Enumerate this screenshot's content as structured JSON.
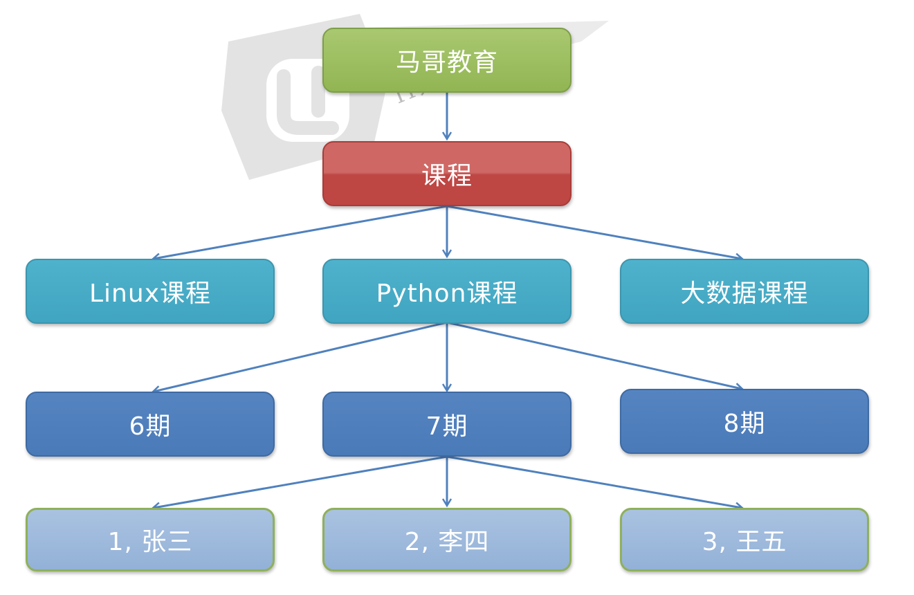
{
  "nodes": {
    "root": "马哥教育",
    "course": "课程",
    "tracks": [
      "Linux课程",
      "Python课程",
      "大数据课程"
    ],
    "terms": [
      "6期",
      "7期",
      "8期"
    ],
    "students": [
      "1, 张三",
      "2, 李四",
      "3, 王五"
    ]
  },
  "watermark": {
    "text": "IT人的高薪职",
    "icon": "mage-logo-icon"
  },
  "colors": {
    "root": "#9bbb59",
    "course": "#c0504d",
    "track": "#4bacc6",
    "term": "#4f81bd",
    "student": "#95b3d7",
    "arrow": "#4f81bd"
  }
}
